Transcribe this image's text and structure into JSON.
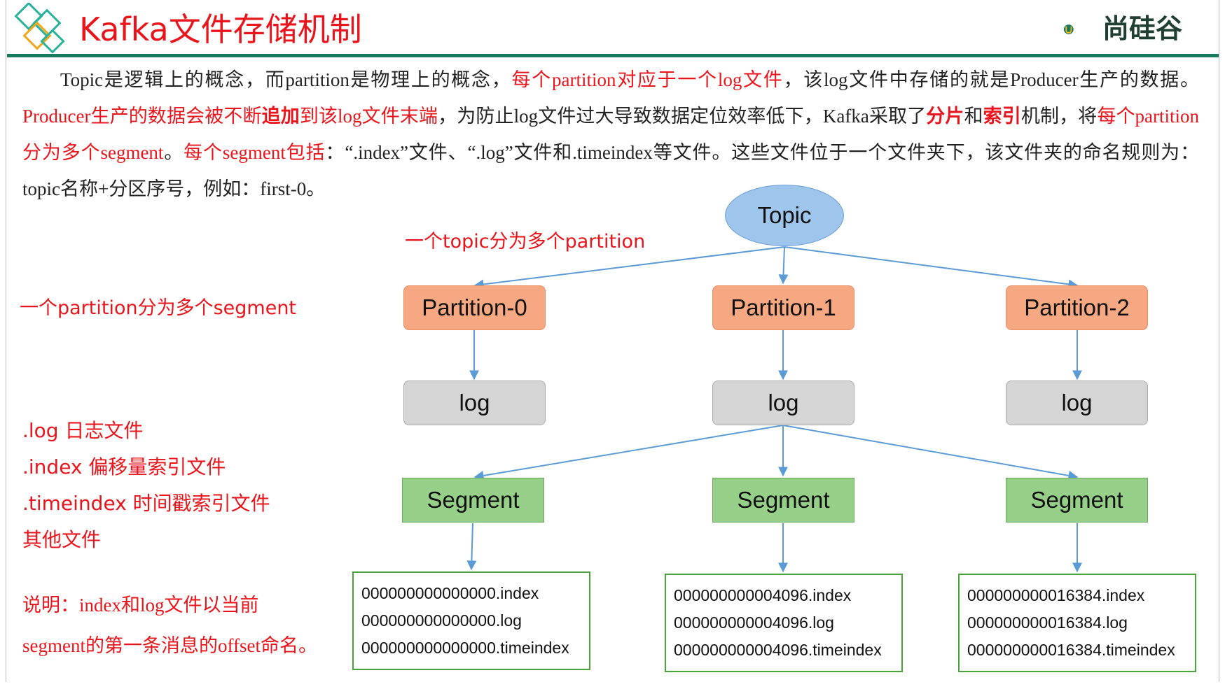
{
  "header": {
    "title": "Kafka文件存储机制",
    "brand_name": "尚硅谷",
    "brand_color": "#1a7a5e",
    "accent_color": "#e8161c"
  },
  "paragraph": {
    "s1": "Topic是逻辑上的概念，而partition是物理上的概念，",
    "s2": "每个partition对应于一个log文件",
    "s3": "，该log文件中存储的就是Producer生产的数据。",
    "s4": "Producer生产的数据会被不断",
    "s5": "追加",
    "s6": "到该log文件末端",
    "s7": "，为防止log文件过大导致数据定位效率低下，Kafka采取了",
    "s8": "分片",
    "s9": "和",
    "s10": "索引",
    "s11": "机制，将",
    "s12": "每个partition分为多个segment",
    "s13": "。",
    "s14": "每个segment包括",
    "s15": "：“.index”文件、“.log”文件和.timeindex等文件。这些文件位于一个文件夹下，该文件夹的命名规则为：topic名称+分区序号，例如：first-0。"
  },
  "notes": {
    "topic_split": "一个topic分为多个partition",
    "partition_split": "一个partition分为多个segment"
  },
  "legend": [
    ".log  日志文件",
    ".index 偏移量索引文件",
    ".timeindex 时间戳索引文件",
    "其他文件"
  ],
  "explanation": [
    "说明：index和log文件以当前",
    "segment的第一条消息的offset命名。"
  ],
  "diagram": {
    "topic": "Topic",
    "partitions": [
      "Partition-0",
      "Partition-1",
      "Partition-2"
    ],
    "log_label": "log",
    "segment_label": "Segment",
    "files": [
      [
        "000000000000000.index",
        "000000000000000.log",
        "000000000000000.timeindex"
      ],
      [
        "000000000004096.index",
        "000000000004096.log",
        "000000000004096.timeindex"
      ],
      [
        "000000000016384.index",
        "000000000016384.log",
        "000000000016384.timeindex"
      ]
    ],
    "colors": {
      "topic_fill": "#9ec5ec",
      "partition_fill": "#f5a882",
      "log_fill": "#d5d5d5",
      "segment_fill": "#95cf88",
      "file_border": "#4aa23c",
      "connector": "#5b9bd5"
    }
  }
}
